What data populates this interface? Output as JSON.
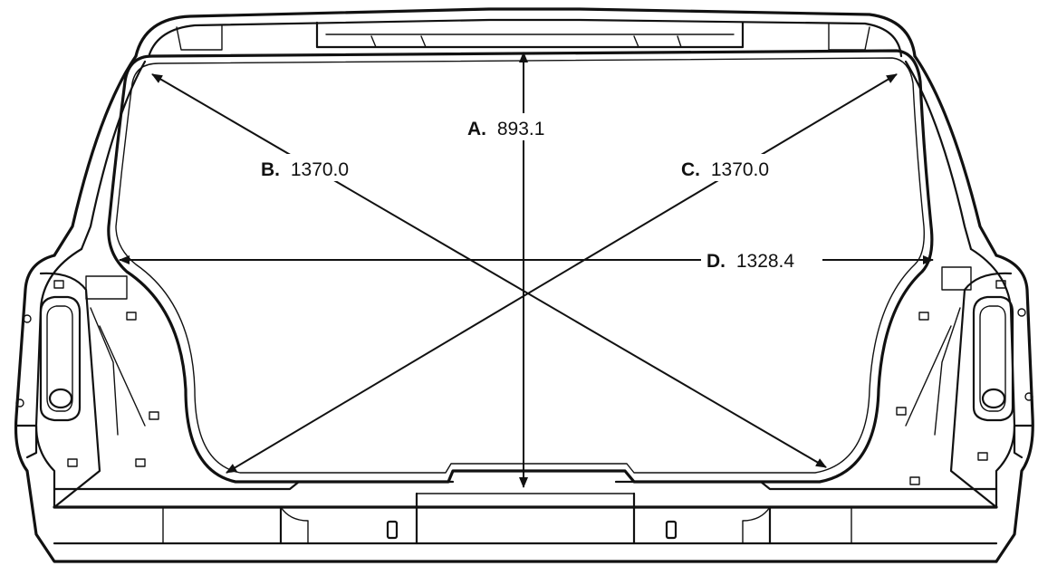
{
  "diagram": {
    "stroke_color": "#111111",
    "background": "#ffffff",
    "dimensions": [
      {
        "id": "A",
        "letter": "A.",
        "value": "893.1"
      },
      {
        "id": "B",
        "letter": "B.",
        "value": "1370.0"
      },
      {
        "id": "C",
        "letter": "C.",
        "value": "1370.0"
      },
      {
        "id": "D",
        "letter": "D.",
        "value": "1328.4"
      }
    ]
  }
}
